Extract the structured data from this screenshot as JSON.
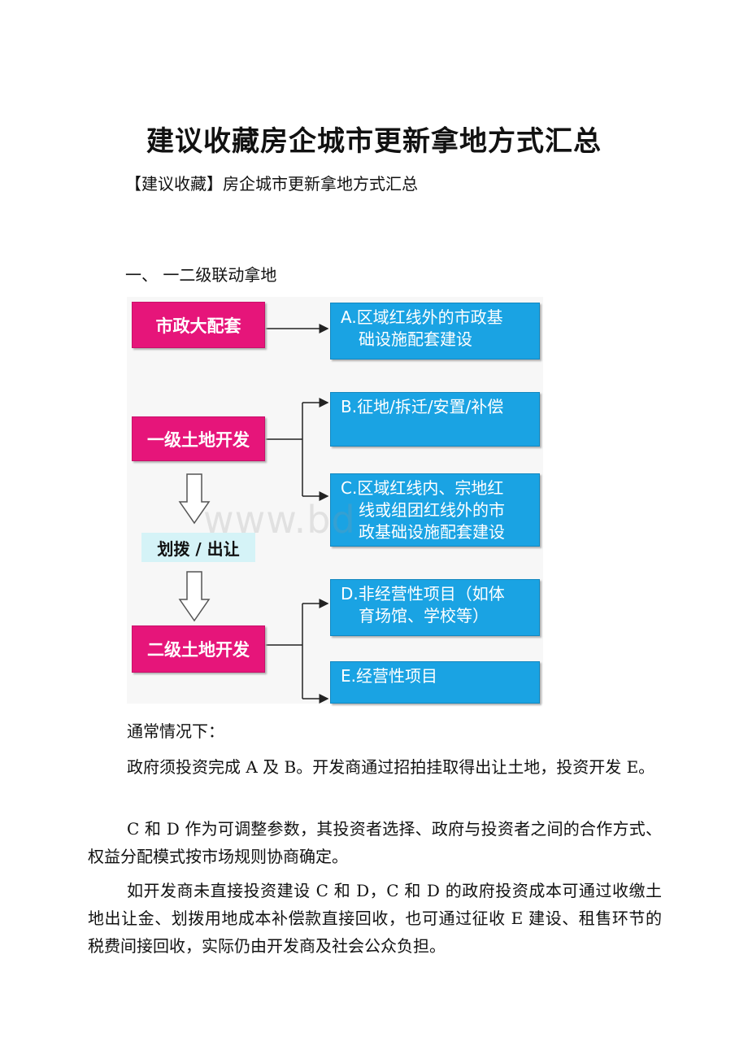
{
  "title": "建议收藏房企城市更新拿地方式汇总",
  "subtitle": "【建议收藏】房企城市更新拿地方式汇总",
  "section_heading": "一、 一二级联动拿地",
  "diagram": {
    "pink_boxes": [
      "市政大配套",
      "一级土地开发",
      "二级土地开发"
    ],
    "transfer_label": "划拨 / 出让",
    "blue_boxes": [
      {
        "lines": [
          "A.区域红线外的市政基",
          "础设施配套建设"
        ]
      },
      {
        "lines": [
          "B.征地/拆迁/安置/补偿"
        ]
      },
      {
        "lines": [
          "C.区域红线内、宗地红",
          "线或组团红线外的市",
          "政基础设施配套建设"
        ]
      },
      {
        "lines": [
          "D.非经营性项目（如体",
          "育场馆、学校等）"
        ]
      },
      {
        "lines": [
          "E.经营性项目"
        ]
      }
    ],
    "watermark": "www.bd"
  },
  "paragraphs": [
    "通常情况下：",
    "政府须投资完成 A 及 B。开发商通过招拍挂取得出让土地，投资开发 E。",
    "C 和 D 作为可调整参数，其投资者选择、政府与投资者之间的合作方式、权益分配模式按市场规则协商确定。",
    "如开发商未直接投资建设 C 和 D，C 和 D 的政府投资成本可通过收缴土地出让金、划拨用地成本补偿款直接回收，也可通过征收 E 建设、租售环节的税费间接回收，实际仍由开发商及社会公众负担。"
  ]
}
